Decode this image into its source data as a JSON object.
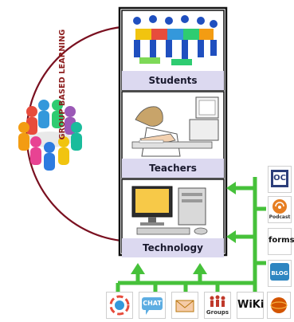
{
  "diagram": {
    "side_label": "GROUP BASED LEARNING",
    "panels": [
      {
        "label": "Students"
      },
      {
        "label": "Teachers"
      },
      {
        "label": "Technology"
      }
    ],
    "tool_icons": {
      "chat": "CHAT",
      "groups": "Groups",
      "wiki": "WiKi",
      "oc": "OC",
      "podcast": "Podcast",
      "forms": "forms",
      "blog": "BLOG"
    },
    "colors": {
      "arc": "#7a1020",
      "panel_border": "#111111",
      "label_bar": "#dcd9f0",
      "arrows": "#46c13a",
      "side_label": "#8b1a1a"
    }
  }
}
